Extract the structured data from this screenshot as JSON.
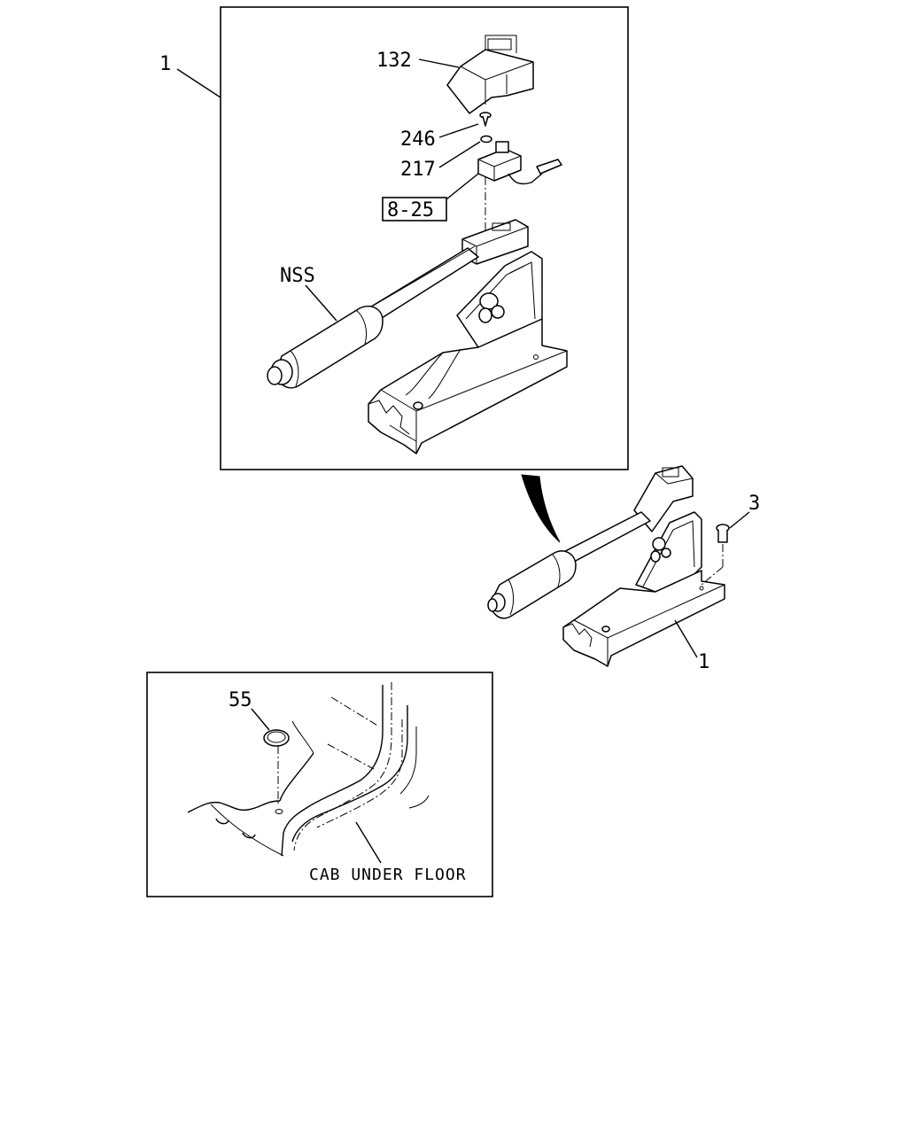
{
  "callouts": {
    "assembly_top": "1",
    "lever_cover": "132",
    "screw": "246",
    "washer": "217",
    "switch_ref": "8-25",
    "nss": "NSS",
    "bolt": "3",
    "assembly_bottom": "1",
    "grommet": "55"
  },
  "inset": {
    "caption": "CAB UNDER FLOOR"
  }
}
